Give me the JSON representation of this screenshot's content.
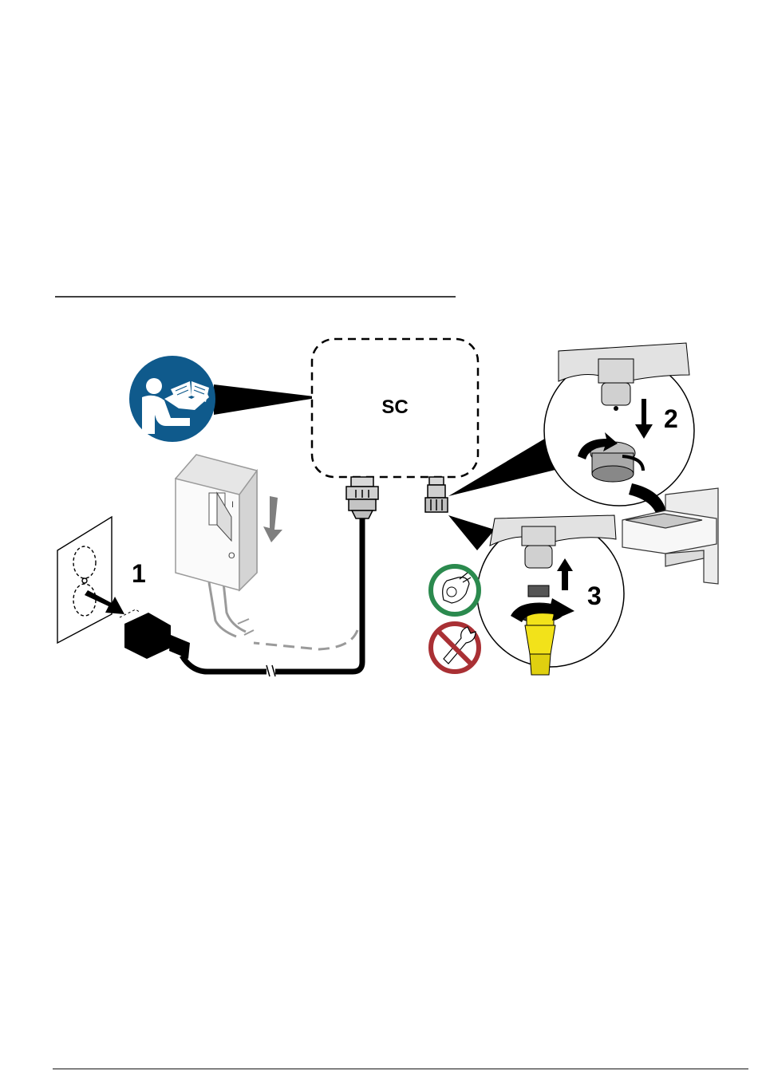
{
  "diagram": {
    "controller_label": "SC",
    "step_labels": [
      "1",
      "2",
      "3"
    ],
    "switch_on_mark": "I",
    "switch_off_mark": "O"
  },
  "colors": {
    "read_manual_blue": "#0f5a8c",
    "do_green": "#2b8a4e",
    "dont_red": "#a93034",
    "connector_yellow": "#f2e21a",
    "cable_black": "#000000",
    "cable_gray": "#9a9a9a"
  },
  "icons": {
    "read_manual": "read-manual-icon",
    "hand_tighten_ok": "hand-tighten-icon",
    "no_wrench": "no-wrench-icon"
  }
}
